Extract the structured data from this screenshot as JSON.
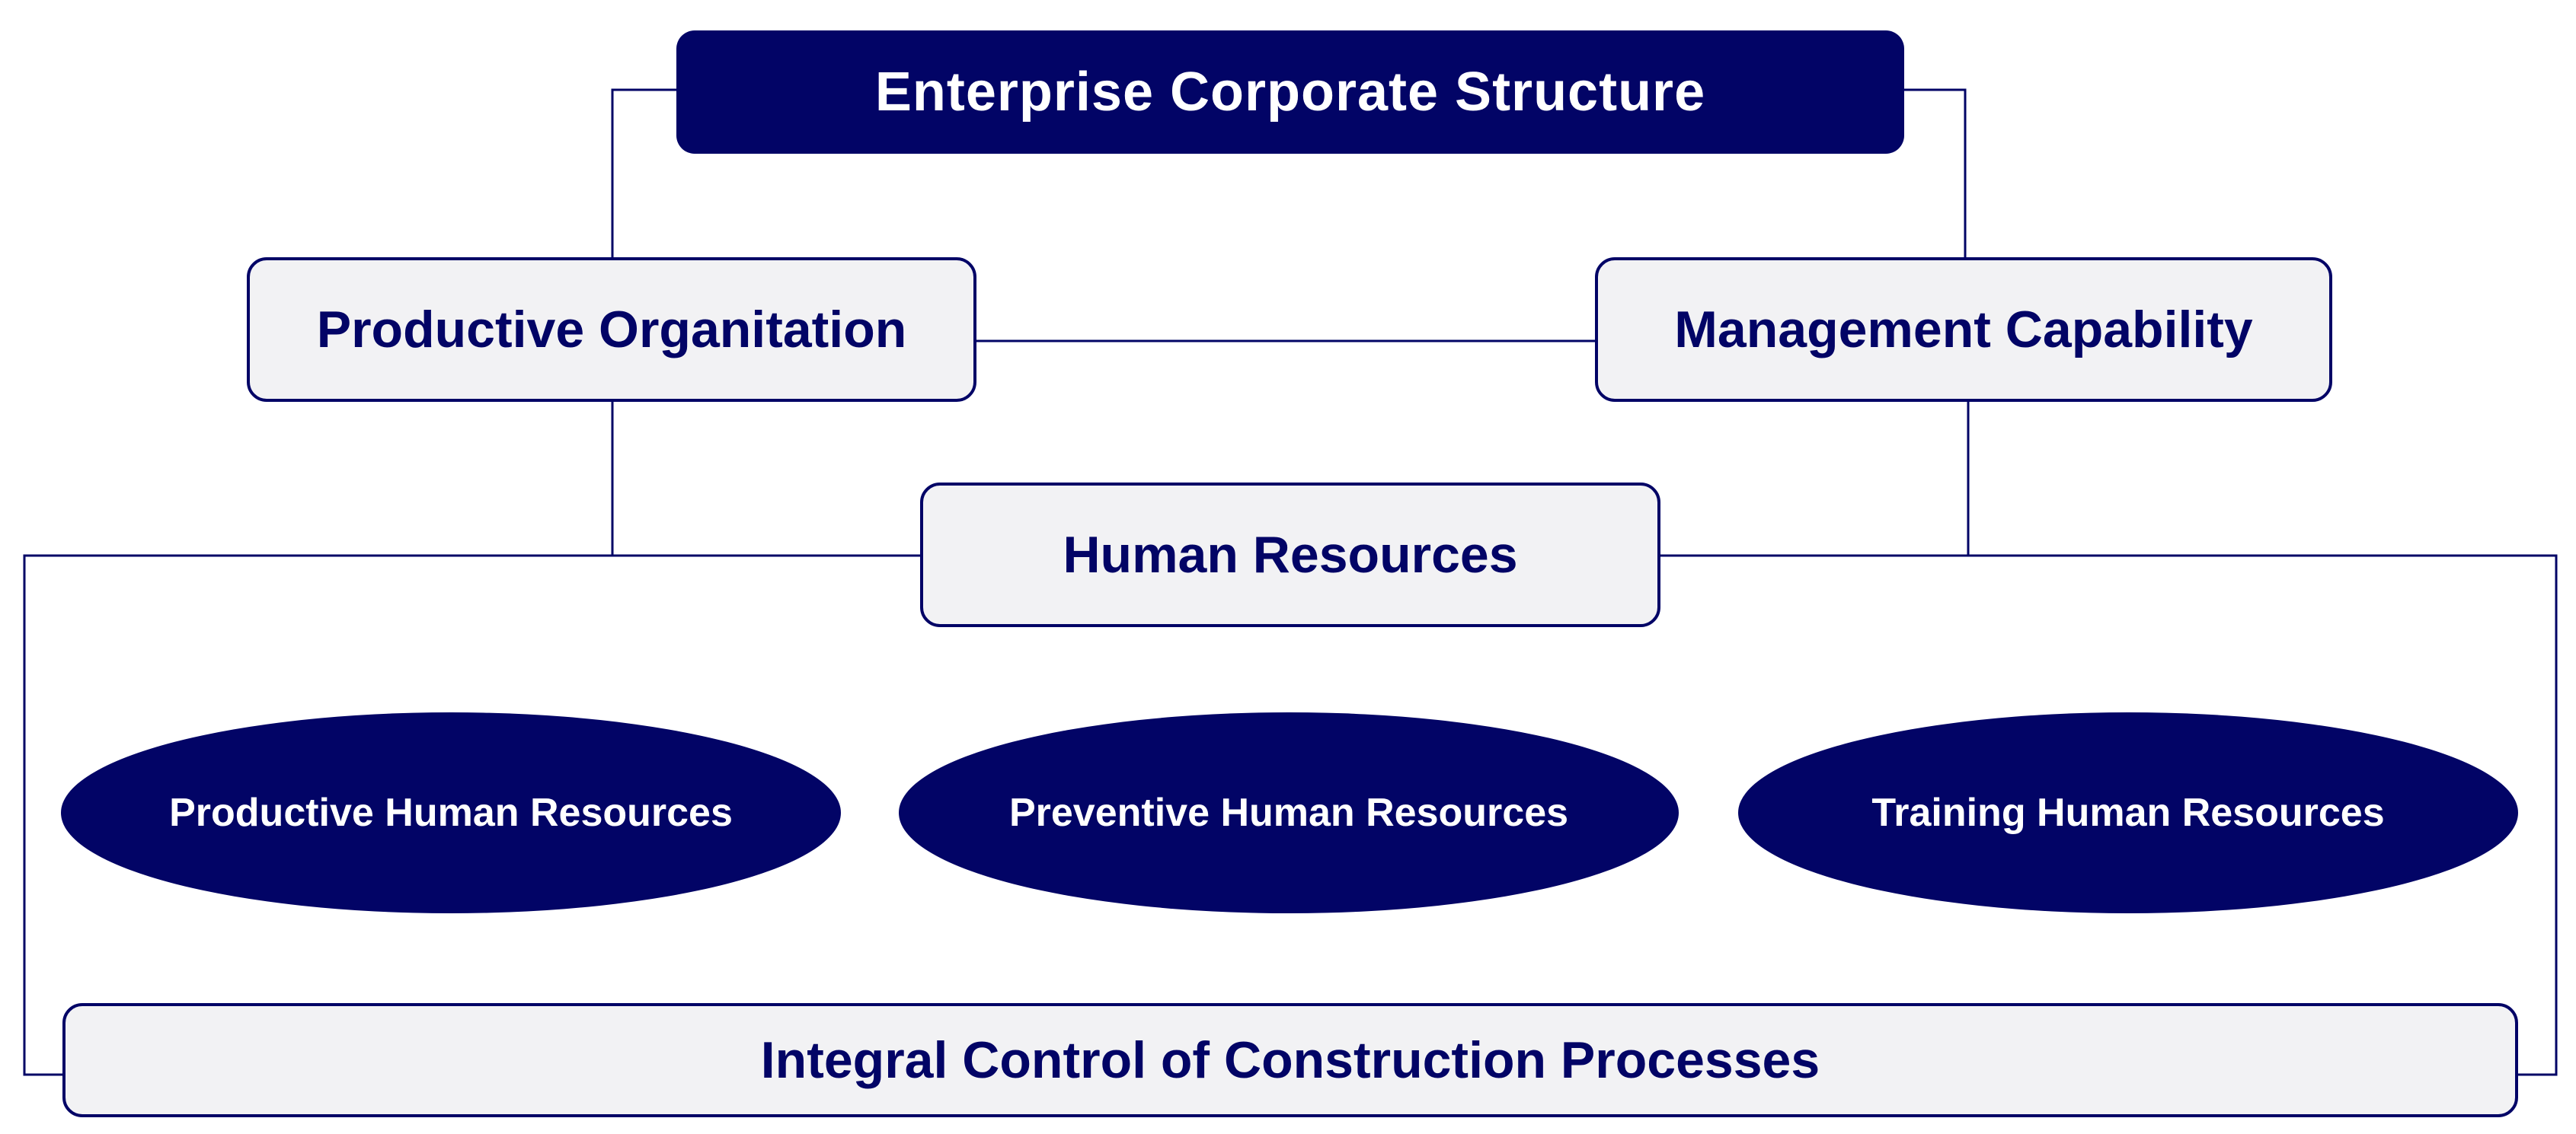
{
  "diagram": {
    "top": {
      "label": "Enterprise Corporate Structure"
    },
    "productive_organization": {
      "label": "Productive Organitation"
    },
    "management_capability": {
      "label": "Management Capability"
    },
    "human_resources": {
      "label": "Human Resources"
    },
    "hr_types": [
      {
        "label": "Productive Human Resources"
      },
      {
        "label": "Preventive Human Resources"
      },
      {
        "label": "Training Human Resources"
      }
    ],
    "integral_control": {
      "label": "Integral Control of Construction Processes"
    }
  },
  "colors": {
    "navy": "#020466",
    "box_fill": "#f2f2f4",
    "text_light": "#ffffff"
  }
}
